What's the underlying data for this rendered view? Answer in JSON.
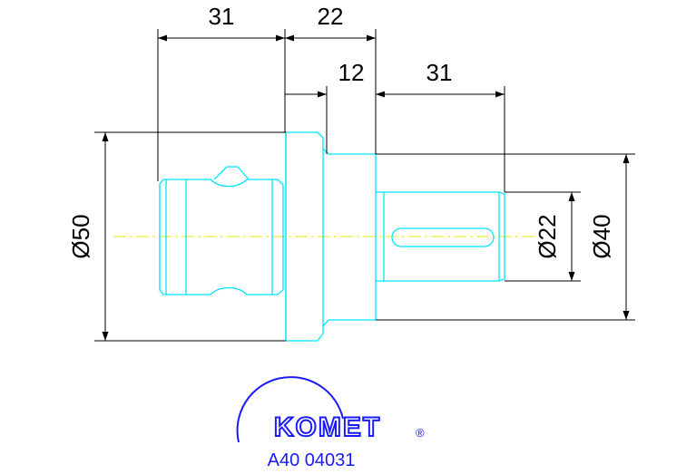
{
  "dimensions": {
    "top_left_length": "31",
    "top_right_length": "22",
    "neck_length": "12",
    "shaft_length": "31",
    "flange_diameter": "Ø50",
    "shaft_diameter": "Ø22",
    "body_diameter": "Ø40"
  },
  "logo": {
    "brand": "KOMET",
    "registered_mark": "®"
  },
  "part_number": "A40 04031",
  "colors": {
    "outline": "#00e5ff",
    "centerline": "#e8e800",
    "dimension": "#000000",
    "logo": "#1a1aff"
  }
}
